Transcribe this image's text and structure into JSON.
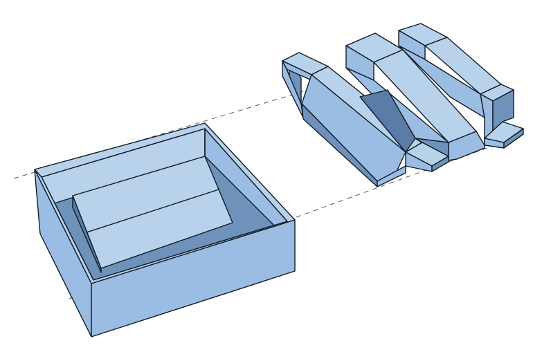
{
  "diagram": {
    "palette": {
      "light": "#b8d2ec",
      "mid": "#9cbde3",
      "dark": "#6f92bb",
      "darker": "#5a7ca6",
      "edge": "#0f1a26",
      "guide": "#555555"
    },
    "objects": [
      {
        "name": "open-box",
        "kind": "box container with inner block"
      },
      {
        "name": "zigzag-block",
        "kind": "folded zigzag extrusion"
      }
    ]
  }
}
